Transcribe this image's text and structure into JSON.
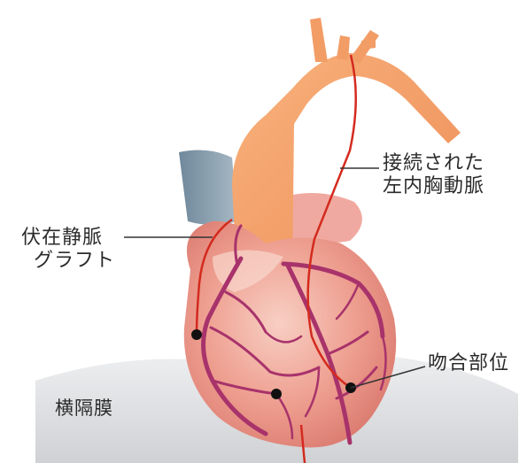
{
  "labels": {
    "ima_line1": "接続された",
    "ima_line2": "左内胸動脈",
    "svg_line1": "伏在静脈",
    "svg_line2": "グラフト",
    "anastomosis": "吻合部位",
    "diaphragm": "横隔膜"
  },
  "colors": {
    "aorta": "#f3a06a",
    "heart": "#e98b7e",
    "heart_highlight": "#f6c2b4",
    "coronary_vessels": "#a8336b",
    "graft_line": "#d42a1e",
    "diaphragm": "#dfe0e2",
    "vein_blue": "#7e96a7",
    "dot": "#111111"
  }
}
